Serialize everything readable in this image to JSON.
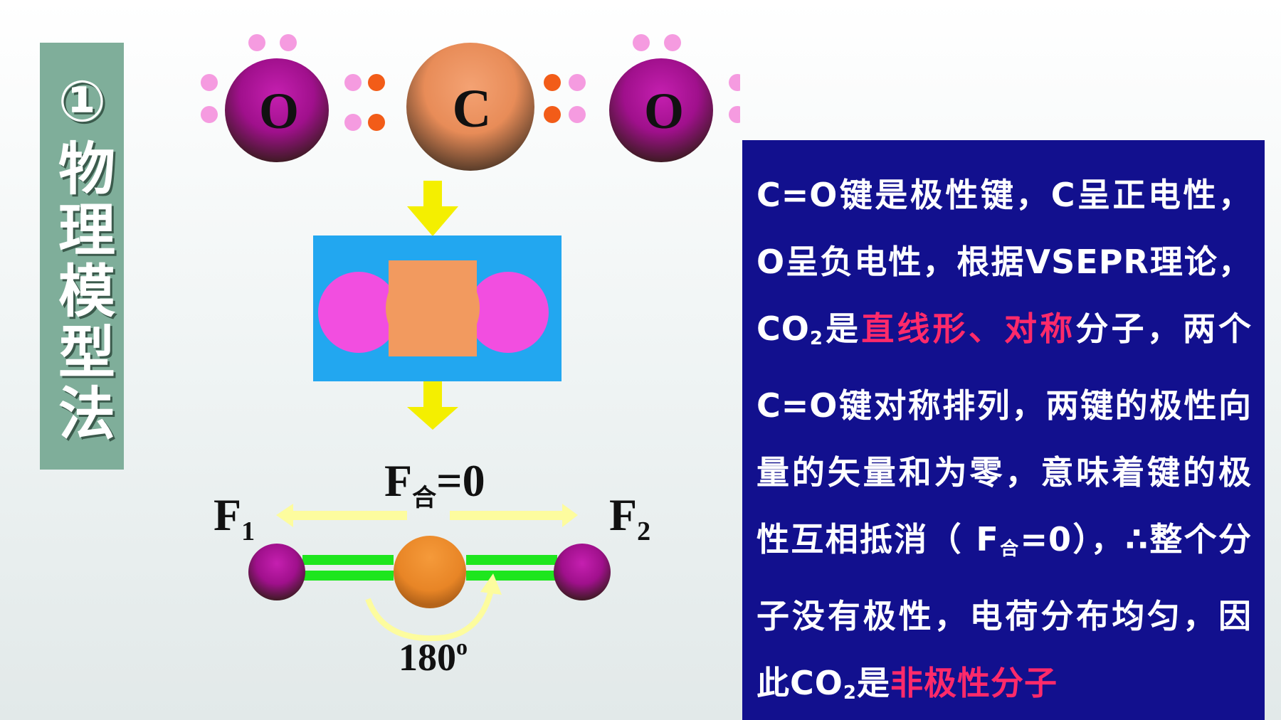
{
  "side_label": "①物理模型法",
  "atoms": {
    "left_o": "O",
    "center_c": "C",
    "right_o": "O"
  },
  "force": {
    "net_main": "F",
    "net_sub": "合",
    "net_eq": "=0",
    "f1_main": "F",
    "f1_sub": "1",
    "f2_main": "F",
    "f2_sub": "2",
    "angle": "180",
    "angle_sup": "o"
  },
  "explanation": {
    "t1": "C=O键是极性键，C呈正电性，O呈负电性，根据VSEPR理论，CO",
    "t1_sub": "2",
    "t2": "是",
    "h1": "直线形、对称",
    "t3": "分子，两个C=O键对称排列，两键的极性向量的矢量和为零，意味着键的极性互相抵消（ F",
    "t3_sub": "合",
    "t4": "=0），∴整个分子没有极性，电荷分布均匀，因此CO",
    "t4_sub": "2",
    "t5": "是",
    "h2": "非极性分子"
  },
  "colors": {
    "side_bg": "#7fae9a",
    "info_bg": "#12108e",
    "highlight": "#ff2a6a",
    "oxygen": "#a0108c",
    "carbon": "#f0955e",
    "electron": "#f59be0",
    "model_bg": "#22a7f0",
    "arrow_yellow": "#f4ef00",
    "bond_green": "#1ee61e"
  }
}
